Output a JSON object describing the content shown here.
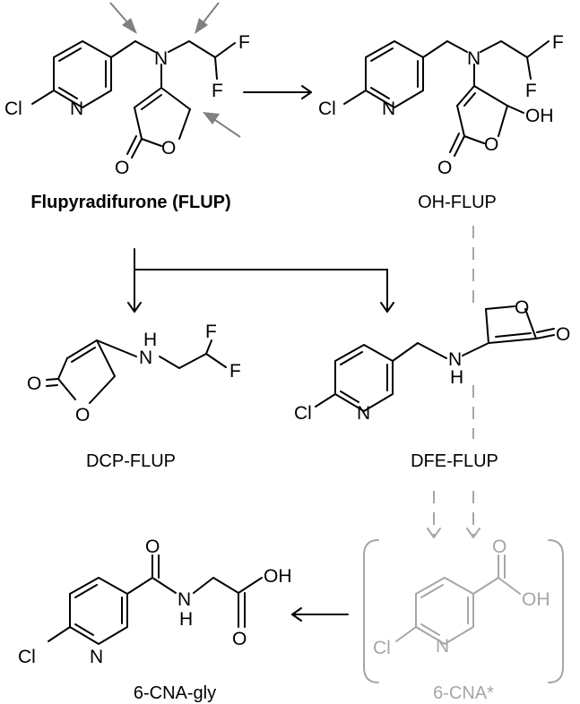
{
  "compounds": {
    "flup": {
      "name": "Flupyradifurone (FLUP)"
    },
    "oh_flup": {
      "name": "OH-FLUP"
    },
    "dcp_flup": {
      "name": "DCP-FLUP"
    },
    "dfe_flup": {
      "name": "DFE-FLUP"
    },
    "cna_gly": {
      "name": "6-CNA-gly"
    },
    "cna": {
      "name": "6-CNA*"
    }
  },
  "atoms": {
    "cl": "Cl",
    "n": "N",
    "f": "F",
    "o": "O",
    "oh": "OH",
    "h": "H"
  },
  "colors": {
    "main": "#000000",
    "hypothetical": "#a6a6a6",
    "site_pointer": "#808080"
  }
}
